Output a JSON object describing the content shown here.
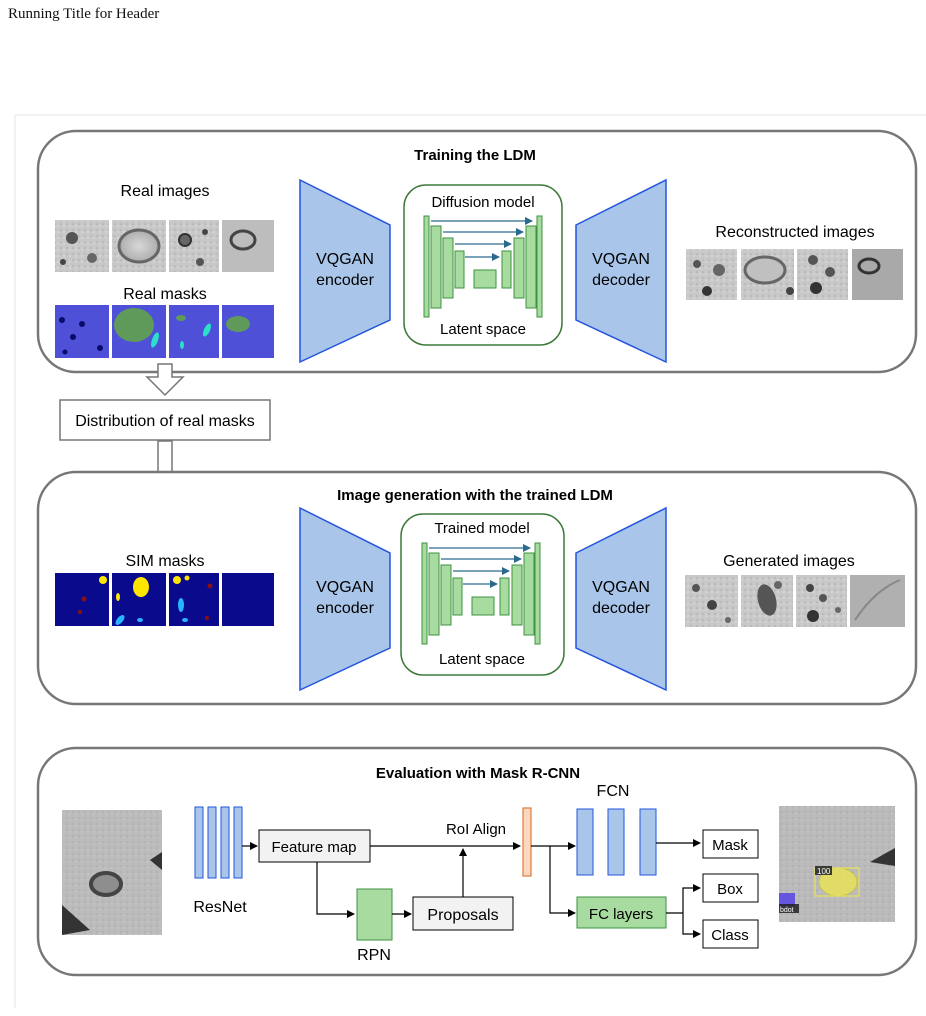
{
  "header": {
    "running_title": "Running Title for Header"
  },
  "panel1": {
    "title": "Training the LDM",
    "real_images_label": "Real images",
    "real_masks_label": "Real masks",
    "encoder_label": [
      "VQGAN",
      "encoder"
    ],
    "diffusion_label": "Diffusion model",
    "latent_label": "Latent space",
    "decoder_label": [
      "VQGAN",
      "decoder"
    ],
    "reconstructed_label": "Reconstructed images"
  },
  "distribution_label": "Distribution of real masks",
  "panel2": {
    "title": "Image generation with the trained LDM",
    "sim_masks_label": "SIM masks",
    "encoder_label": [
      "VQGAN",
      "encoder"
    ],
    "trained_label": "Trained model",
    "latent_label": "Latent space",
    "decoder_label": [
      "VQGAN",
      "decoder"
    ],
    "generated_label": "Generated images"
  },
  "panel3": {
    "title": "Evaluation with Mask R-CNN",
    "resnet_label": "ResNet",
    "feature_map_label": "Feature map",
    "rpn_label": "RPN",
    "proposals_label": "Proposals",
    "roi_align_label": "RoI Align",
    "fcn_label": "FCN",
    "fc_layers_label": "FC layers",
    "mask_label": "Mask",
    "box_label": "Box",
    "class_label": "Class",
    "detection_score": "100",
    "detection_class": "bdot"
  },
  "colors": {
    "vqgan_fill": "#a9c6ea",
    "vqgan_stroke": "#2255dd",
    "unet_fill": "#a8dba0",
    "unet_stroke": "#3d9140",
    "arrow_teal": "#2b6a8f",
    "mask_blue": "#4e50d8",
    "sim_navy": "#0a0a8c",
    "box_grey": "#f2f2f2"
  }
}
